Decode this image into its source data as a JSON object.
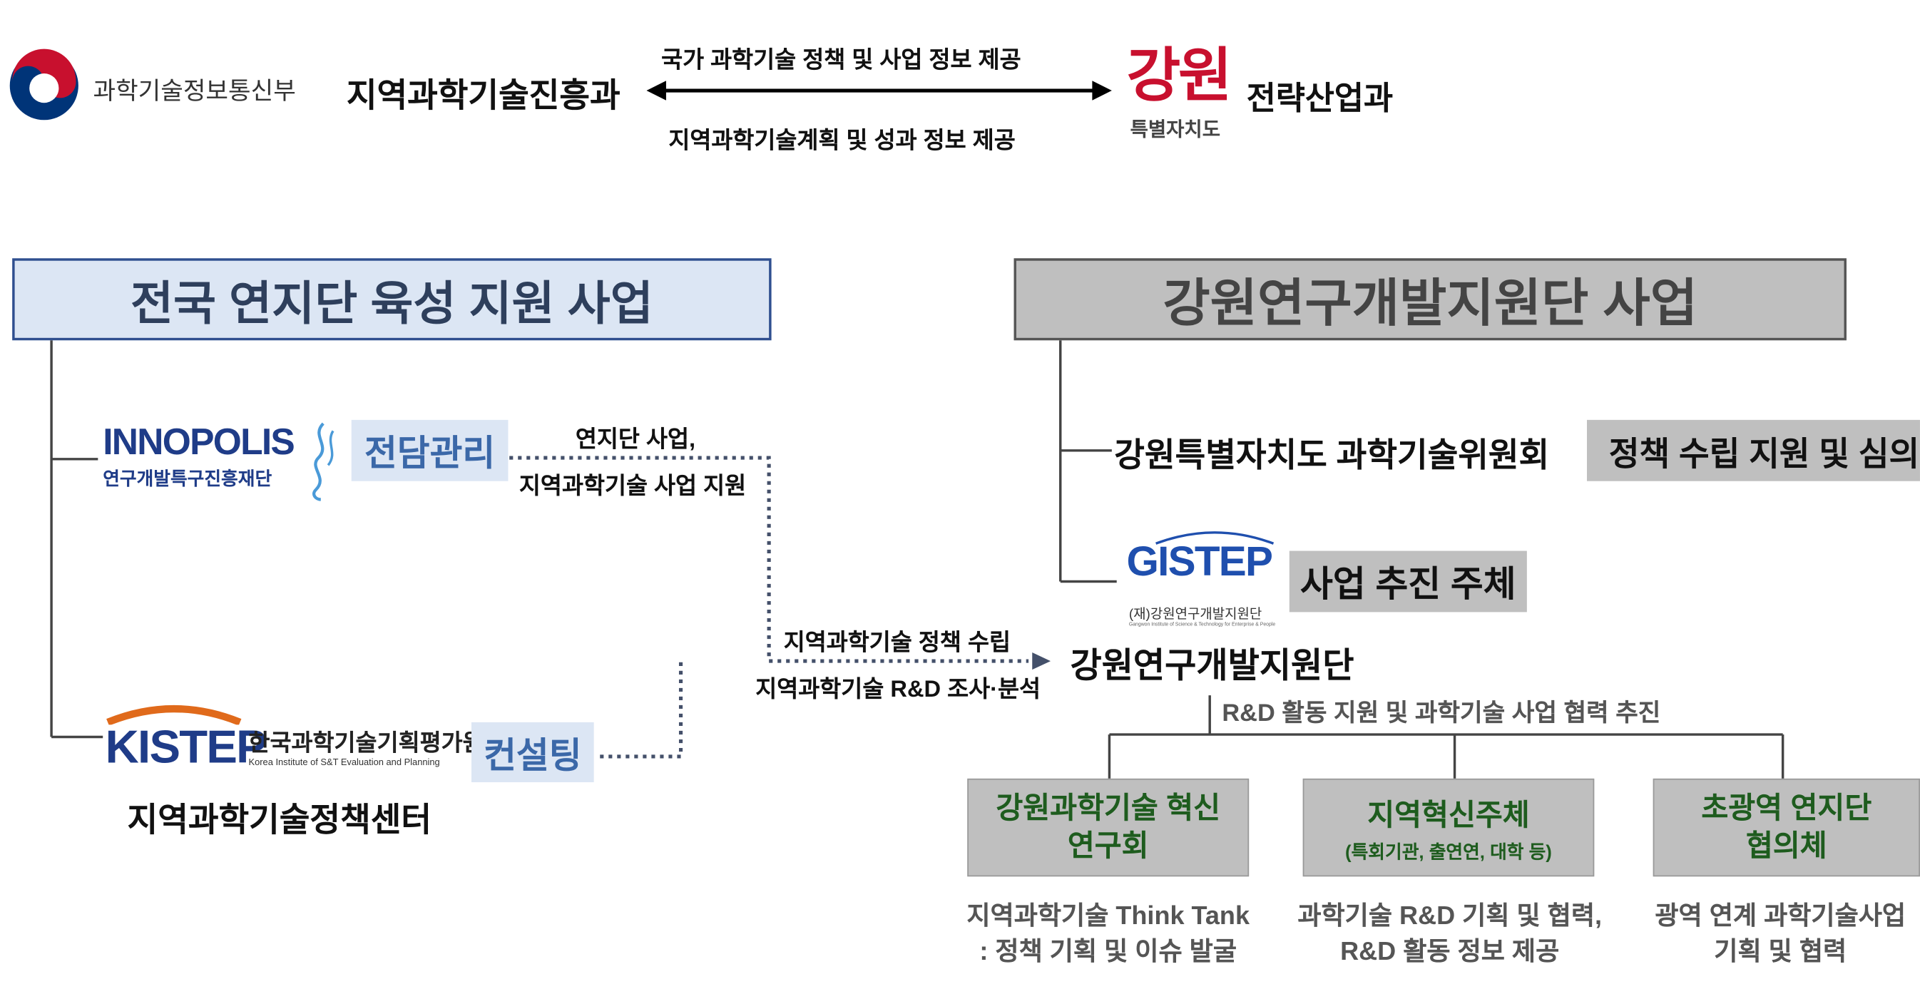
{
  "top": {
    "ministry": "과학기술정보통신부",
    "ministry_dept": "지역과학기술진흥과",
    "arrow_top": "국가 과학기술 정책 및 사업 정보 제공",
    "arrow_bottom": "지역과학기술계획 및 성과 정보 제공",
    "gangwon_logo_text": "강원",
    "gangwon_logo_sub": "특별자치도",
    "gangwon_dept": "전략산업과"
  },
  "left": {
    "header": "전국 연지단 육성 지원 사업",
    "innopolis_logo": "INNOPOLIS",
    "innopolis_sub": "연구개발특구진흥재단",
    "innopolis_role": "전담관리",
    "innopolis_label_1": "연지단 사업,",
    "innopolis_label_2": "지역과학기술 사업 지원",
    "kistep_logo": "KISTEP",
    "kistep_name_ko": "한국과학기술기획평가원",
    "kistep_name_en": "Korea Institute of S&T Evaluation and Planning",
    "kistep_role": "컨설팅",
    "kistep_center": "지역과학기술정책센터",
    "flow_label_1": "지역과학기술 정책 수립",
    "flow_label_2": "지역과학기술 R&D 조사·분석"
  },
  "right": {
    "header": "강원연구개발지원단 사업",
    "committee": "강원특별자치도 과학기술위원회",
    "committee_role": "정책 수립 지원 및 심의",
    "gistep_logo": "GISTEP",
    "gistep_sub": "(재)강원연구개발지원단",
    "gistep_sub_en": "Gangwon Institute of Science & Technology for Enterprise & People",
    "gistep_role": "사업 추진 주체",
    "gistep_name": "강원연구개발지원단",
    "cooperation": "R&D 활동 지원 및 과학기술 사업 협력 추진",
    "boxes": [
      {
        "title_1": "강원과학기술 혁신",
        "title_2": "연구회",
        "desc_1": "지역과학기술 Think Tank",
        "desc_2": ": 정책 기획 및 이슈 발굴"
      },
      {
        "title_1": "지역혁신주체",
        "title_2": "(특회기관, 출연연, 대학 등)",
        "desc_1": "과학기술 R&D 기획 및 협력,",
        "desc_2": "R&D 활동 정보 제공"
      },
      {
        "title_1": "초광역 연지단",
        "title_2": "협의체",
        "desc_1": "광역 연계 과학기술사업",
        "desc_2": "기획 및 협력"
      }
    ]
  },
  "colors": {
    "blue_box": "#dce6f4",
    "blue_border": "#2f4f8f",
    "gray_box": "#bfbfbf",
    "green_text": "#1e5c1e",
    "taeguk_red": "#c8102e",
    "taeguk_blue": "#003478"
  }
}
